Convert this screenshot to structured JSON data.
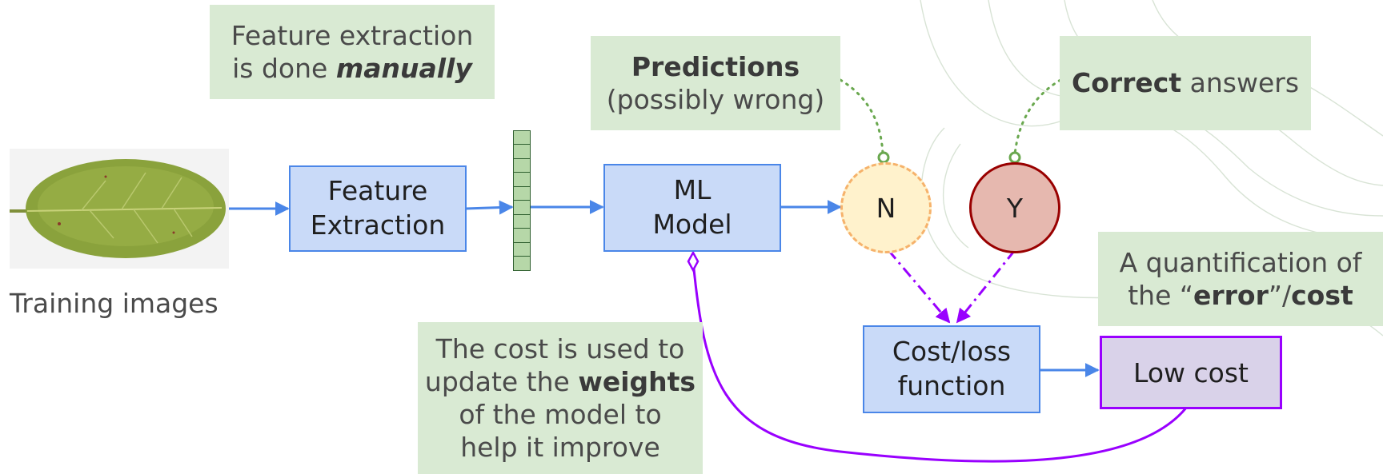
{
  "notes": {
    "feature_line1": "Feature extraction",
    "feature_line2_pre": "is done ",
    "feature_line2_em": "manually",
    "predictions_bold": "Predictions",
    "predictions_rest": "(possibly wrong)",
    "correct_bold": "Correct",
    "correct_rest": " answers",
    "quant_line1": "A quantification of",
    "quant_pre": "the “",
    "quant_error": "error",
    "quant_mid": "”/",
    "quant_cost": "cost",
    "cost_line1": "The cost is used to",
    "cost_line2_pre": "update the ",
    "cost_line2_bold": "weights",
    "cost_line3": "of the model to",
    "cost_line4": "help it improve"
  },
  "boxes": {
    "feature_line1": "Feature",
    "feature_line2": "Extraction",
    "model_line1": "ML",
    "model_line2": "Model",
    "cost_line1": "Cost/loss",
    "cost_line2": "function"
  },
  "nodes": {
    "prediction": "N",
    "answer": "Y"
  },
  "labels": {
    "training_images": "Training images",
    "low_cost": "Low cost"
  },
  "colors": {
    "note_bg": "#d9ead3",
    "box_bg": "#c9daf8",
    "box_border": "#4a86e8",
    "arrow_blue": "#4a86e8",
    "pred_fill": "#fff2cc",
    "pred_border": "#f6b26b",
    "ans_fill": "#e6b8af",
    "ans_border": "#990000",
    "purple": "#9900ff",
    "dotted_green": "#6aa84f"
  },
  "icons": {
    "leaf": "leaf-image",
    "vector": "feature-vector-icon",
    "scroll": "scroll-shape"
  }
}
